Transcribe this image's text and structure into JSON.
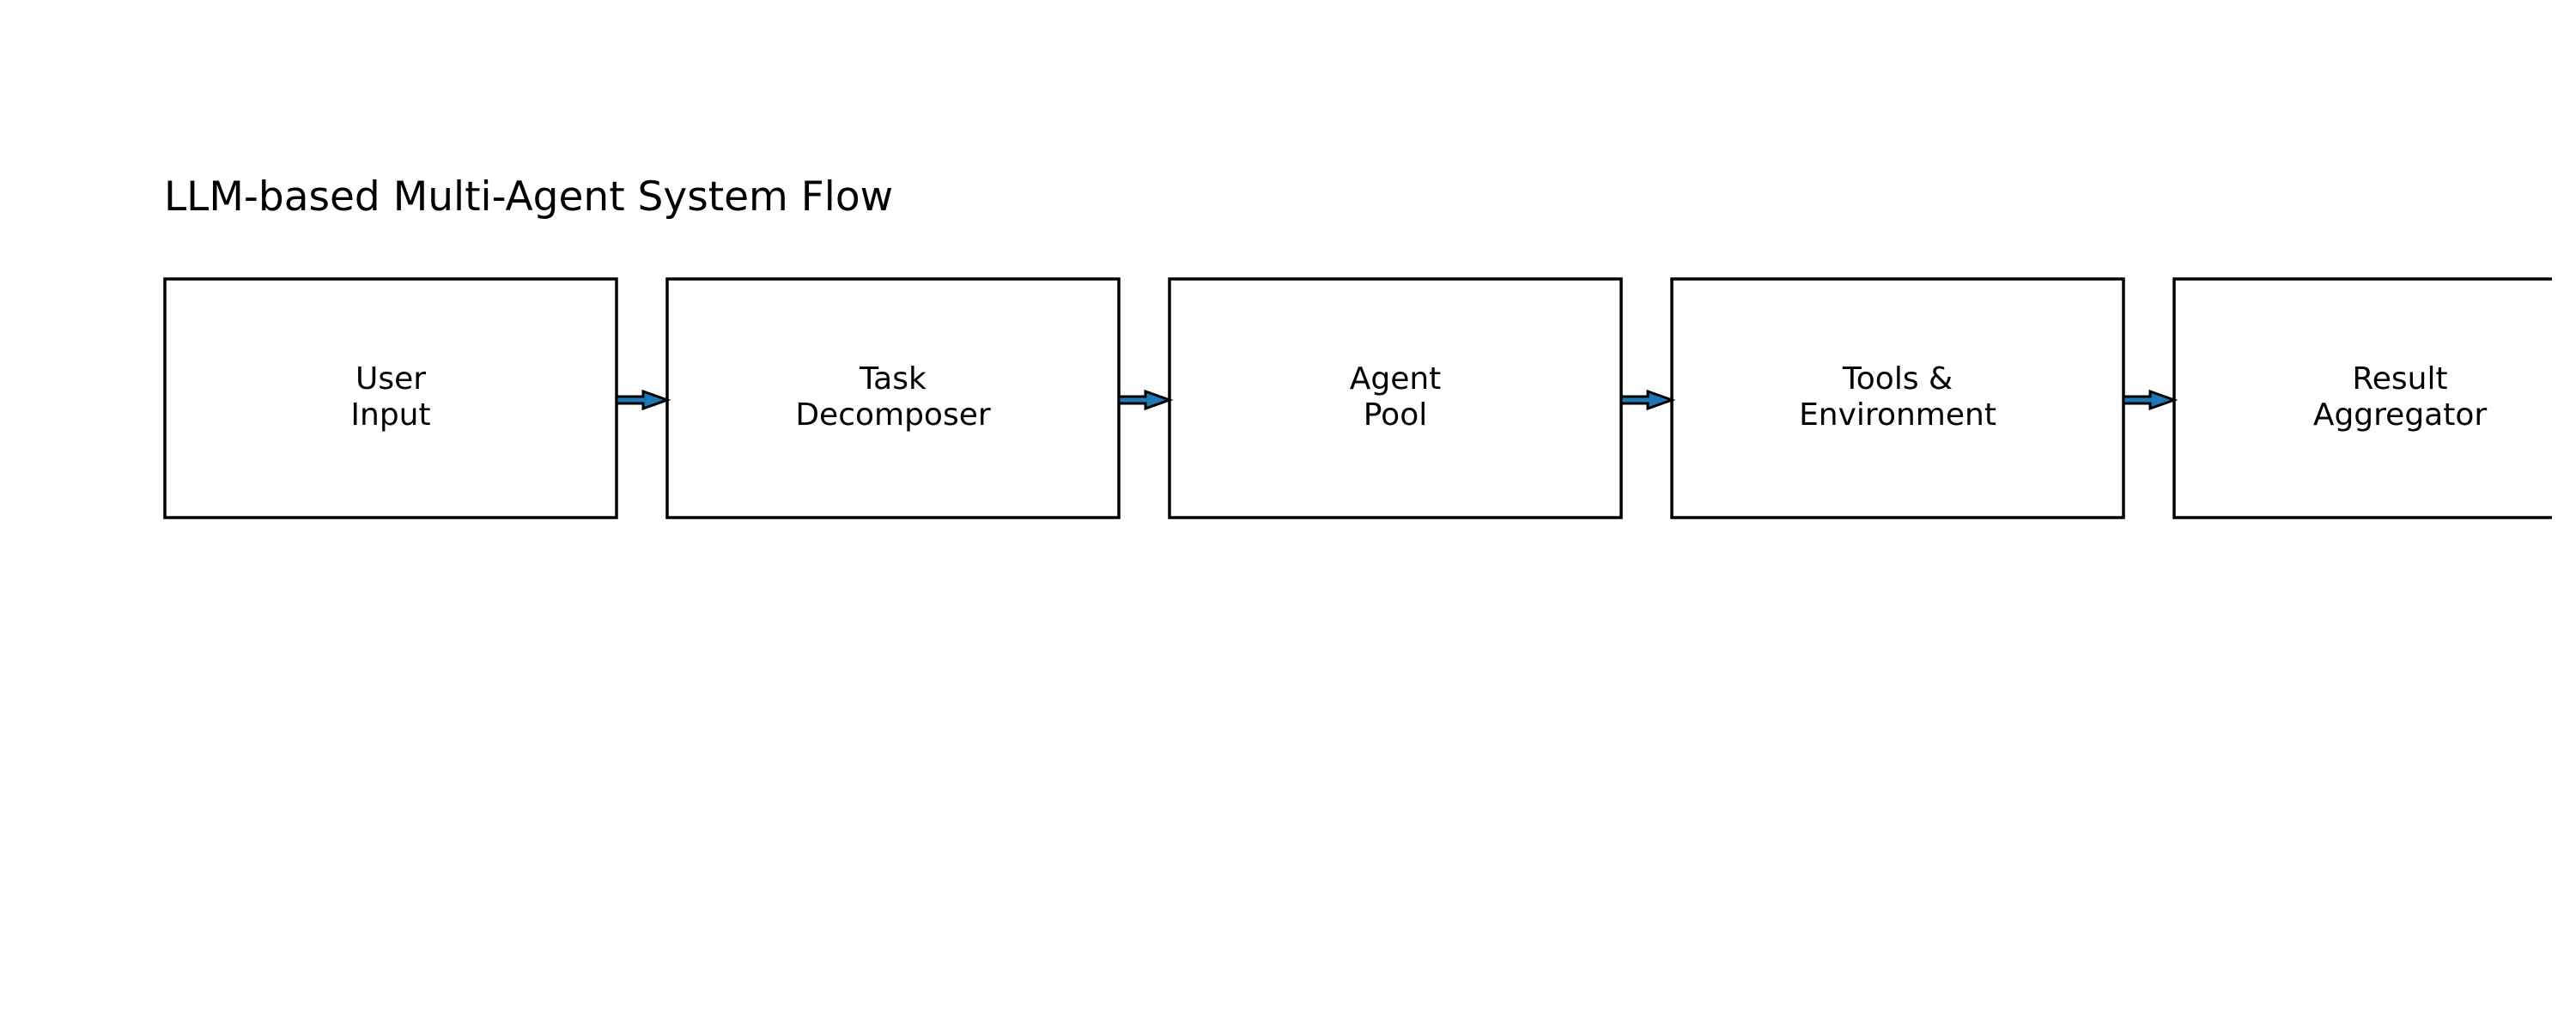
{
  "diagram": {
    "title": "LLM-based Multi-Agent System Flow",
    "nodes": [
      {
        "id": "user-input",
        "lines": [
          "User",
          "Input"
        ]
      },
      {
        "id": "task-decomposer",
        "lines": [
          "Task",
          "Decomposer"
        ]
      },
      {
        "id": "agent-pool",
        "lines": [
          "Agent",
          "Pool"
        ]
      },
      {
        "id": "tools-environment",
        "lines": [
          "Tools &",
          "Environment"
        ]
      },
      {
        "id": "result-aggregator",
        "lines": [
          "Result",
          "Aggregator"
        ]
      }
    ],
    "edges": [
      {
        "from": "user-input",
        "to": "task-decomposer"
      },
      {
        "from": "task-decomposer",
        "to": "agent-pool"
      },
      {
        "from": "agent-pool",
        "to": "tools-environment"
      },
      {
        "from": "tools-environment",
        "to": "result-aggregator"
      }
    ],
    "colors": {
      "box_stroke": "#000000",
      "box_fill": "#ffffff",
      "arrow_fill": "#1f77b4",
      "arrow_stroke": "#000000",
      "text": "#000000"
    }
  }
}
